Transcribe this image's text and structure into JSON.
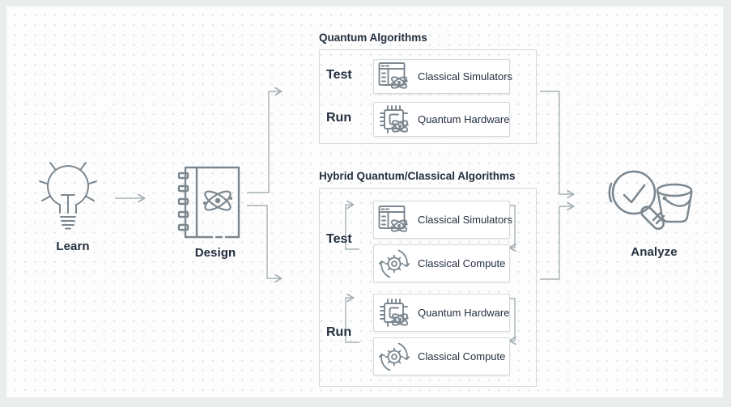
{
  "palette": {
    "frame_bg": "#e9edee",
    "canvas_bg": "#fdfdfd",
    "dot_color": "#e0e5e6",
    "text_dark": "#232f3e",
    "icon_stroke": "#7c878f",
    "connector": "#a6b1b5",
    "box_border": "#d3dadc",
    "card_bg": "#ffffff",
    "card_border": "#d5d9d9"
  },
  "stages": {
    "learn": {
      "label": "Learn",
      "icon": "lightbulb-icon"
    },
    "design": {
      "label": "Design",
      "icon": "notebook-atom-icon"
    },
    "analyze": {
      "label": "Analyze",
      "icon": "magnifier-check-bucket-icon"
    }
  },
  "sections": [
    {
      "title": "Quantum Algorithms",
      "groups": [
        {
          "label": "Test",
          "cards": [
            {
              "label": "Classical Simulators",
              "icon": "classical-simulators-icon"
            }
          ]
        },
        {
          "label": "Run",
          "cards": [
            {
              "label": "Quantum Hardware",
              "icon": "quantum-hardware-icon"
            }
          ]
        }
      ]
    },
    {
      "title": "Hybrid Quantum/Classical Algorithms",
      "groups": [
        {
          "label": "Test",
          "cards": [
            {
              "label": "Classical Simulators",
              "icon": "classical-simulators-icon"
            },
            {
              "label": "Classical Compute",
              "icon": "classical-compute-icon"
            }
          ]
        },
        {
          "label": "Run",
          "cards": [
            {
              "label": "Quantum Hardware",
              "icon": "quantum-hardware-icon"
            },
            {
              "label": "Classical Compute",
              "icon": "classical-compute-icon"
            }
          ]
        }
      ]
    }
  ]
}
